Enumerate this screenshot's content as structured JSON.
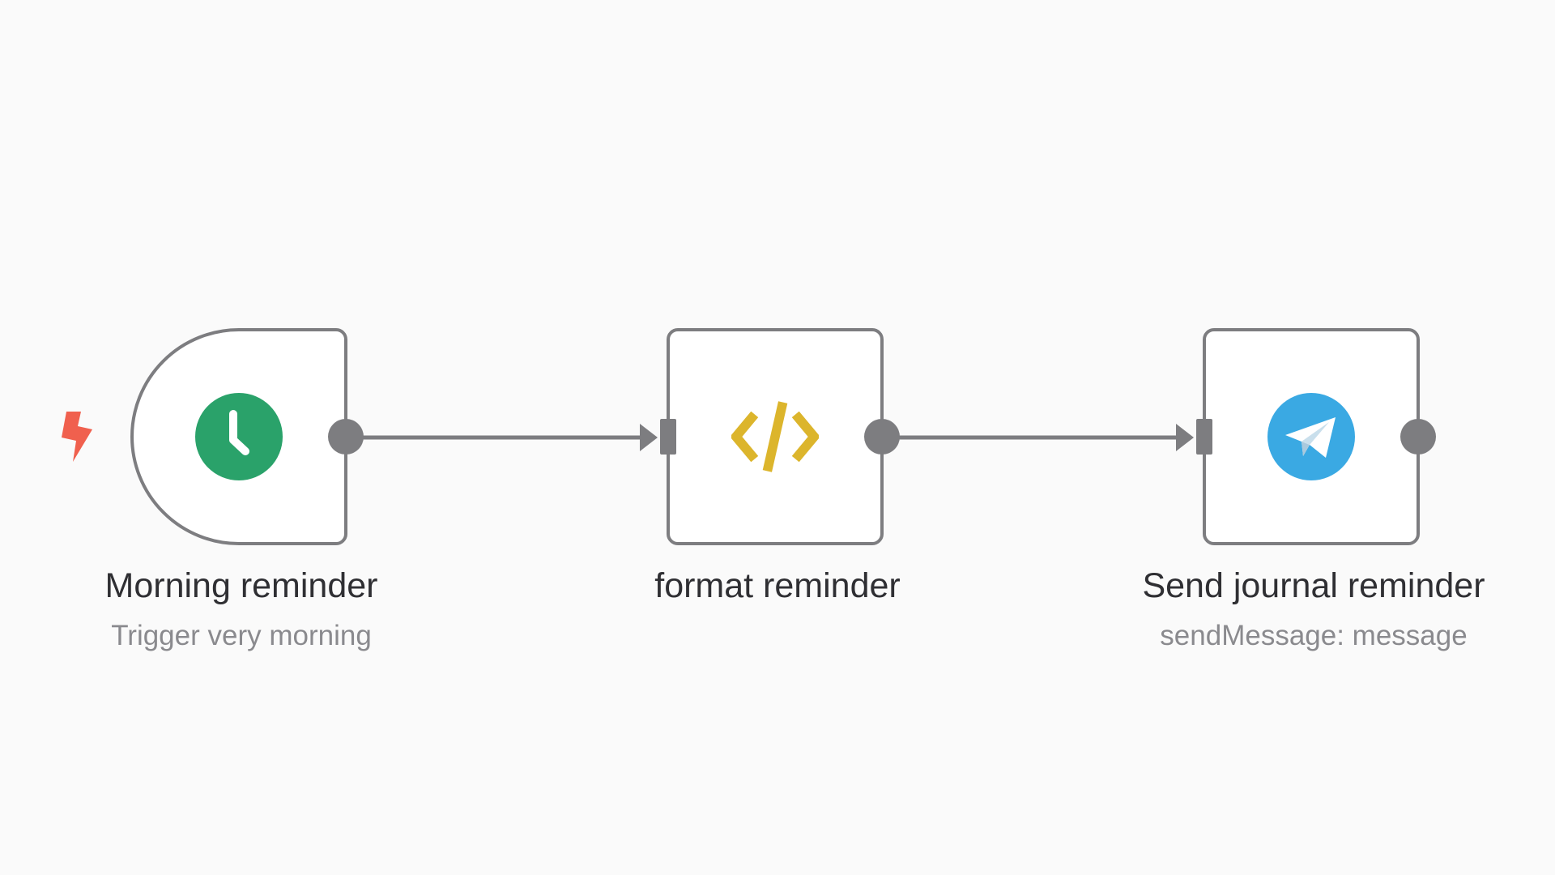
{
  "workflow": {
    "nodes": [
      {
        "id": "morning-reminder",
        "title": "Morning reminder",
        "subtitle": "Trigger very morning",
        "icon": "clock-icon",
        "icon_color": "#2aa26a",
        "is_trigger": true
      },
      {
        "id": "format-reminder",
        "title": "format reminder",
        "subtitle": "",
        "icon": "code-icon",
        "icon_color": "#dcb52c",
        "is_trigger": false
      },
      {
        "id": "send-journal-reminder",
        "title": "Send journal reminder",
        "subtitle": "sendMessage: message",
        "icon": "telegram-icon",
        "icon_color": "#3aa9e3",
        "is_trigger": false
      }
    ],
    "connections": [
      {
        "from": "morning-reminder",
        "to": "format-reminder"
      },
      {
        "from": "format-reminder",
        "to": "send-journal-reminder"
      }
    ],
    "trigger_marker": {
      "icon": "lightning-bolt-icon",
      "color": "#f0604e"
    },
    "colors": {
      "node_border": "#7d7d80",
      "connection": "#7d7d80",
      "background": "#fafafa"
    }
  }
}
